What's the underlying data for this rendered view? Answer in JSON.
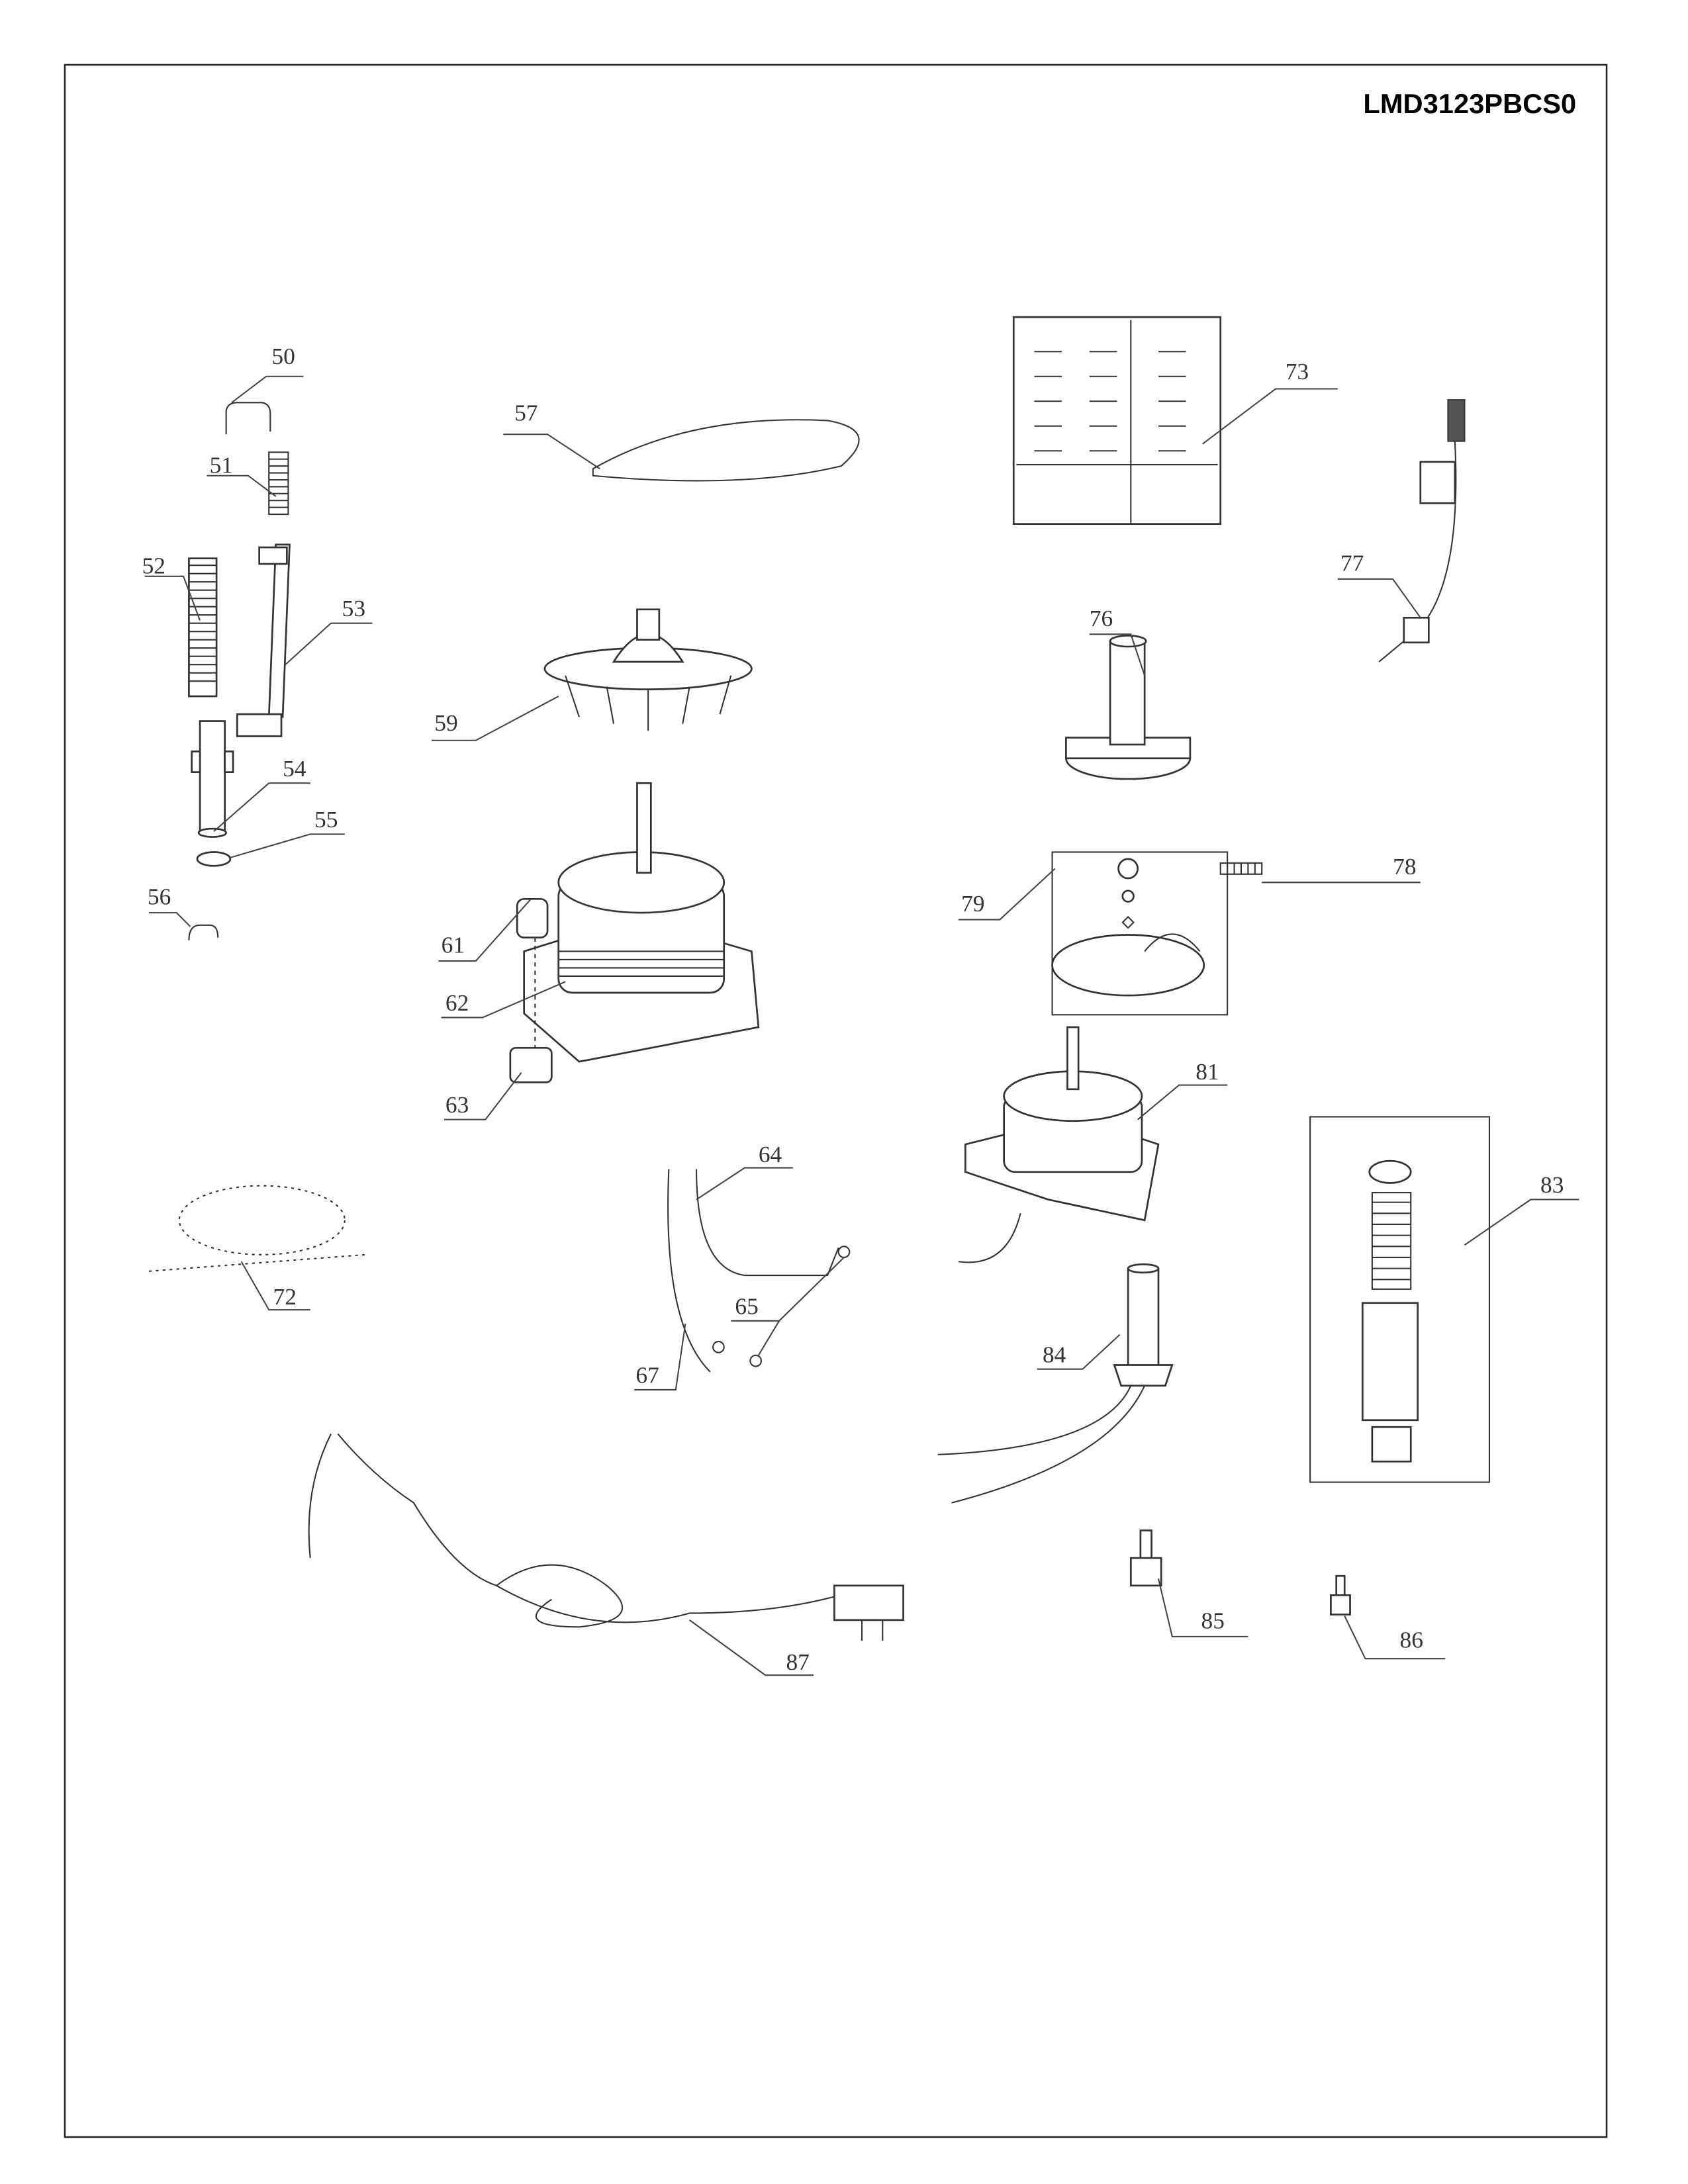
{
  "model": "LMD3123PBCS0",
  "callouts": {
    "c50": "50",
    "c51": "51",
    "c52": "52",
    "c53": "53",
    "c54": "54",
    "c55": "55",
    "c56": "56",
    "c57": "57",
    "c59": "59",
    "c61": "61",
    "c62": "62",
    "c63": "63",
    "c64": "64",
    "c65": "65",
    "c67": "67",
    "c72": "72",
    "c73": "73",
    "c76": "76",
    "c77": "77",
    "c78": "78",
    "c79": "79",
    "c81": "81",
    "c83": "83",
    "c84": "84",
    "c85": "85",
    "c86": "86",
    "c87": "87"
  }
}
